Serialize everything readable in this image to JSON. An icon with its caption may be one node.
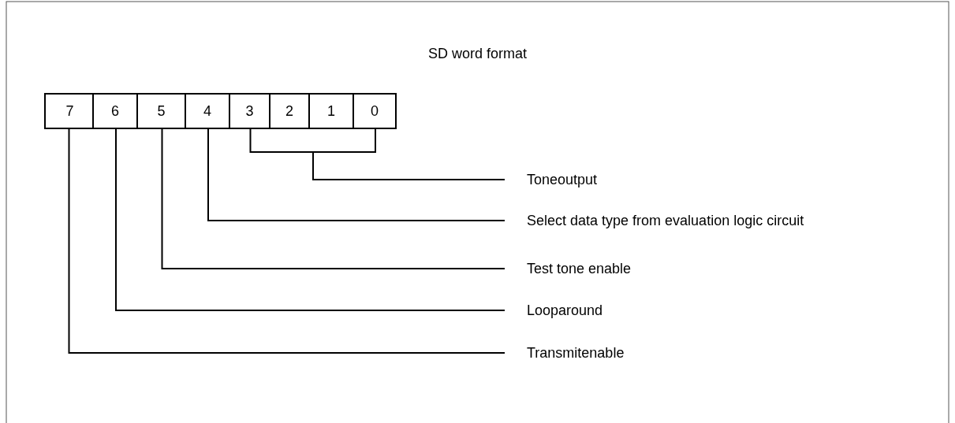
{
  "diagram": {
    "title": "SD word format",
    "nodes": [
      {
        "text": [
          "7"
        ]
      },
      {
        "text": [
          "6"
        ]
      },
      {
        "text": [
          "5"
        ]
      },
      {
        "text": [
          "4"
        ]
      },
      {
        "text": [
          "3"
        ]
      },
      {
        "text": [
          "2"
        ]
      },
      {
        "text": [
          "1"
        ]
      },
      {
        "text": [
          "0"
        ]
      },
      {
        "text": [
          "Toneoutput"
        ]
      },
      {
        "text": [
          "Select data type from evaluation logic circuit"
        ]
      },
      {
        "text": [
          "Test tone enable"
        ]
      },
      {
        "text": [
          "Looparound"
        ]
      },
      {
        "text": [
          "Transmitenable"
        ]
      }
    ],
    "edges": [
      {
        "from": 8,
        "to": 4,
        "arrow": "none"
      },
      {
        "from": 8,
        "to": 7,
        "arrow": "none"
      },
      {
        "from": 9,
        "to": 3,
        "arrow": "none"
      },
      {
        "from": 10,
        "to": 2,
        "arrow": "none"
      },
      {
        "from": 11,
        "to": 1,
        "arrow": "none"
      },
      {
        "from": 12,
        "to": 0,
        "arrow": "none"
      }
    ]
  }
}
